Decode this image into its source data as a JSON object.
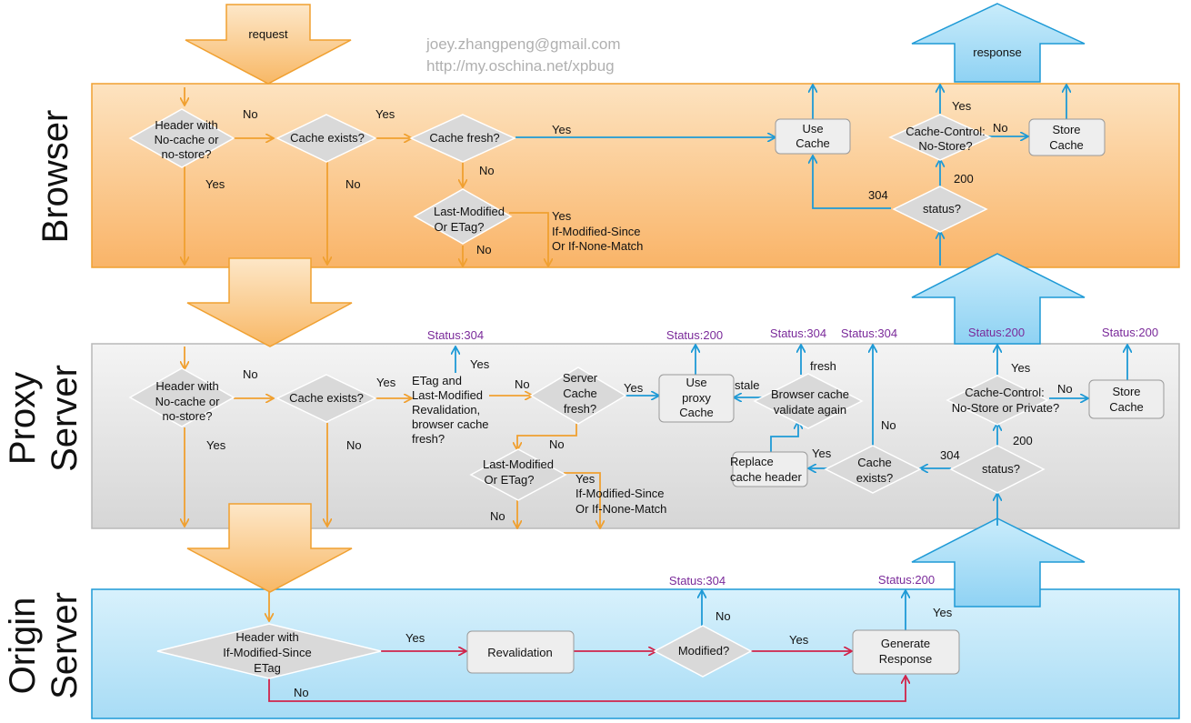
{
  "watermark": {
    "line1": "joey.zhangpeng@gmail.com",
    "line2": "http://my.oschina.net/xpbug"
  },
  "arrows": {
    "request": "request",
    "response": "response"
  },
  "lanes": {
    "browser": "Browser",
    "proxy_line1": "Proxy",
    "proxy_line2": "Server",
    "origin_line1": "Origin",
    "origin_line2": "Server"
  },
  "browser": {
    "header_check": [
      "Header with",
      "No-cache or",
      "no-store?"
    ],
    "cache_exists": "Cache exists?",
    "cache_fresh": "Cache fresh?",
    "last_modified": [
      "Last-Modified",
      "Or ETag?"
    ],
    "use_cache": [
      "Use",
      "Cache"
    ],
    "cache_control": [
      "Cache-Control:",
      "No-Store?"
    ],
    "store_cache": [
      "Store",
      "Cache"
    ],
    "status": "status?",
    "labels": {
      "no_1": "No",
      "yes_1": "Yes",
      "yes_fresh": "Yes",
      "no_fresh": "No",
      "yes_header": "Yes",
      "no_exists": "No",
      "no_lm": "No",
      "yes_lm": [
        "Yes",
        "If-Modified-Since",
        "Or If-None-Match"
      ],
      "s304": "304",
      "s200": "200",
      "yes_cc": "Yes",
      "no_cc": "No"
    }
  },
  "proxy": {
    "header_check": [
      "Header with",
      "No-cache or",
      "no-store?"
    ],
    "cache_exists": "Cache exists?",
    "etag_reval": [
      "ETag and",
      "Last-Modified",
      "Revalidation,",
      "browser cache",
      "fresh?"
    ],
    "server_fresh": [
      "Server",
      "Cache",
      "fresh?"
    ],
    "use_proxy": [
      "Use",
      "proxy",
      "Cache"
    ],
    "browser_validate": [
      "Browser cache",
      "validate again"
    ],
    "last_modified": [
      "Last-Modified",
      "Or ETag?"
    ],
    "replace_header": [
      "Replace",
      "cache header"
    ],
    "cache_exists2": [
      "Cache",
      "exists?"
    ],
    "status": "status?",
    "cache_control": [
      "Cache-Control:",
      "No-Store or Private?"
    ],
    "store_cache": [
      "Store",
      "Cache"
    ],
    "statuses": {
      "s1": "Status:304",
      "s2": "Status:200",
      "s3": "Status:304",
      "s4": "Status:304",
      "s5": "Status:200",
      "s6": "Status:200"
    },
    "labels": {
      "no_1": "No",
      "yes_1": "Yes",
      "yes_etag": "Yes",
      "no_etag": "No",
      "yes_server": "Yes",
      "no_server": "No",
      "stale": "stale",
      "fresh": "fresh",
      "yes_header": "Yes",
      "no_exists": "No",
      "no_lm": "No",
      "yes_lm": [
        "Yes",
        "If-Modified-Since",
        "Or If-None-Match"
      ],
      "no_ce2": "No",
      "yes_ce2": "Yes",
      "s304": "304",
      "s200": "200",
      "yes_cc": "Yes",
      "no_cc": "No"
    }
  },
  "origin": {
    "header_check": [
      "Header with",
      "If-Modified-Since",
      "ETag"
    ],
    "revalidation": "Revalidation",
    "modified": "Modified?",
    "generate": [
      "Generate",
      "Response"
    ],
    "statuses": {
      "s1": "Status:304",
      "s2": "Status:200"
    },
    "labels": {
      "yes_1": "Yes",
      "no_1": "No",
      "yes_mod": "Yes",
      "no_mod": "No",
      "yes_gen": "Yes"
    }
  },
  "colors": {
    "browser_lane": "#fbc98e",
    "proxy_lane": "#e4e4e4",
    "origin_lane": "#bfe6f8",
    "orange_arrow": "#f0a030",
    "blue_arrow": "#1e9ad6",
    "red_arrow": "#d0244a",
    "status_text": "#7a2a9a"
  }
}
